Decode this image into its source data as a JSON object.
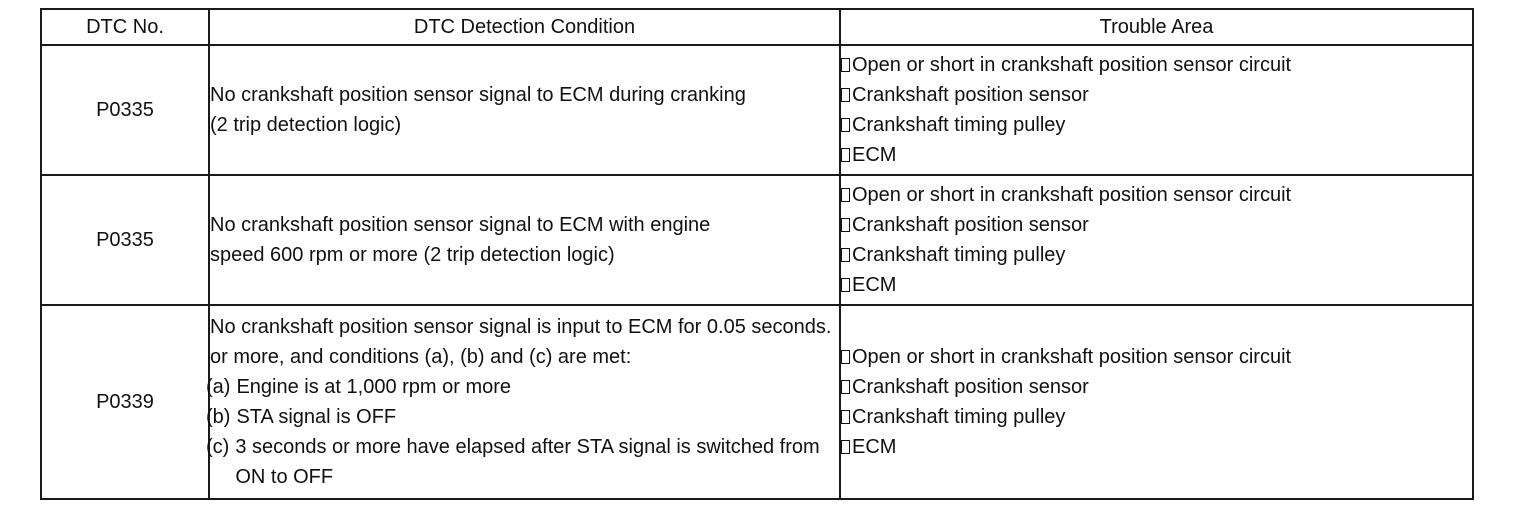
{
  "table": {
    "headers": {
      "dtc_no": "DTC No.",
      "condition": "DTC Detection Condition",
      "trouble_area": "Trouble Area"
    },
    "rows": [
      {
        "dtc": "P0335",
        "condition_lines": [
          "No crankshaft position sensor signal to ECM during cranking",
          "(2 trip detection logic)"
        ],
        "trouble_areas": [
          "Open or short in crankshaft position sensor circuit",
          "Crankshaft position sensor",
          "Crankshaft timing pulley",
          "ECM"
        ]
      },
      {
        "dtc": "P0335",
        "condition_lines": [
          "No crankshaft position sensor signal to ECM with engine",
          "speed 600 rpm or more (2 trip detection logic)"
        ],
        "trouble_areas": [
          "Open or short in crankshaft position sensor circuit",
          "Crankshaft position sensor",
          "Crankshaft timing pulley",
          "ECM"
        ]
      },
      {
        "dtc": "P0339",
        "condition_intro": "No crankshaft position sensor signal is input to ECM for 0.05 seconds. or more, and conditions (a), (b) and (c) are met:",
        "conditions": [
          {
            "mark": "(a)",
            "text": "Engine is at 1,000 rpm or more"
          },
          {
            "mark": "(b)",
            "text": "STA signal is OFF"
          },
          {
            "mark": "(c)",
            "text": "3 seconds or more have elapsed after STA signal is switched from ON to OFF"
          }
        ],
        "trouble_areas": [
          "Open or short in crankshaft position sensor circuit",
          "Crankshaft position sensor",
          "Crankshaft timing pulley",
          "ECM"
        ]
      }
    ]
  }
}
